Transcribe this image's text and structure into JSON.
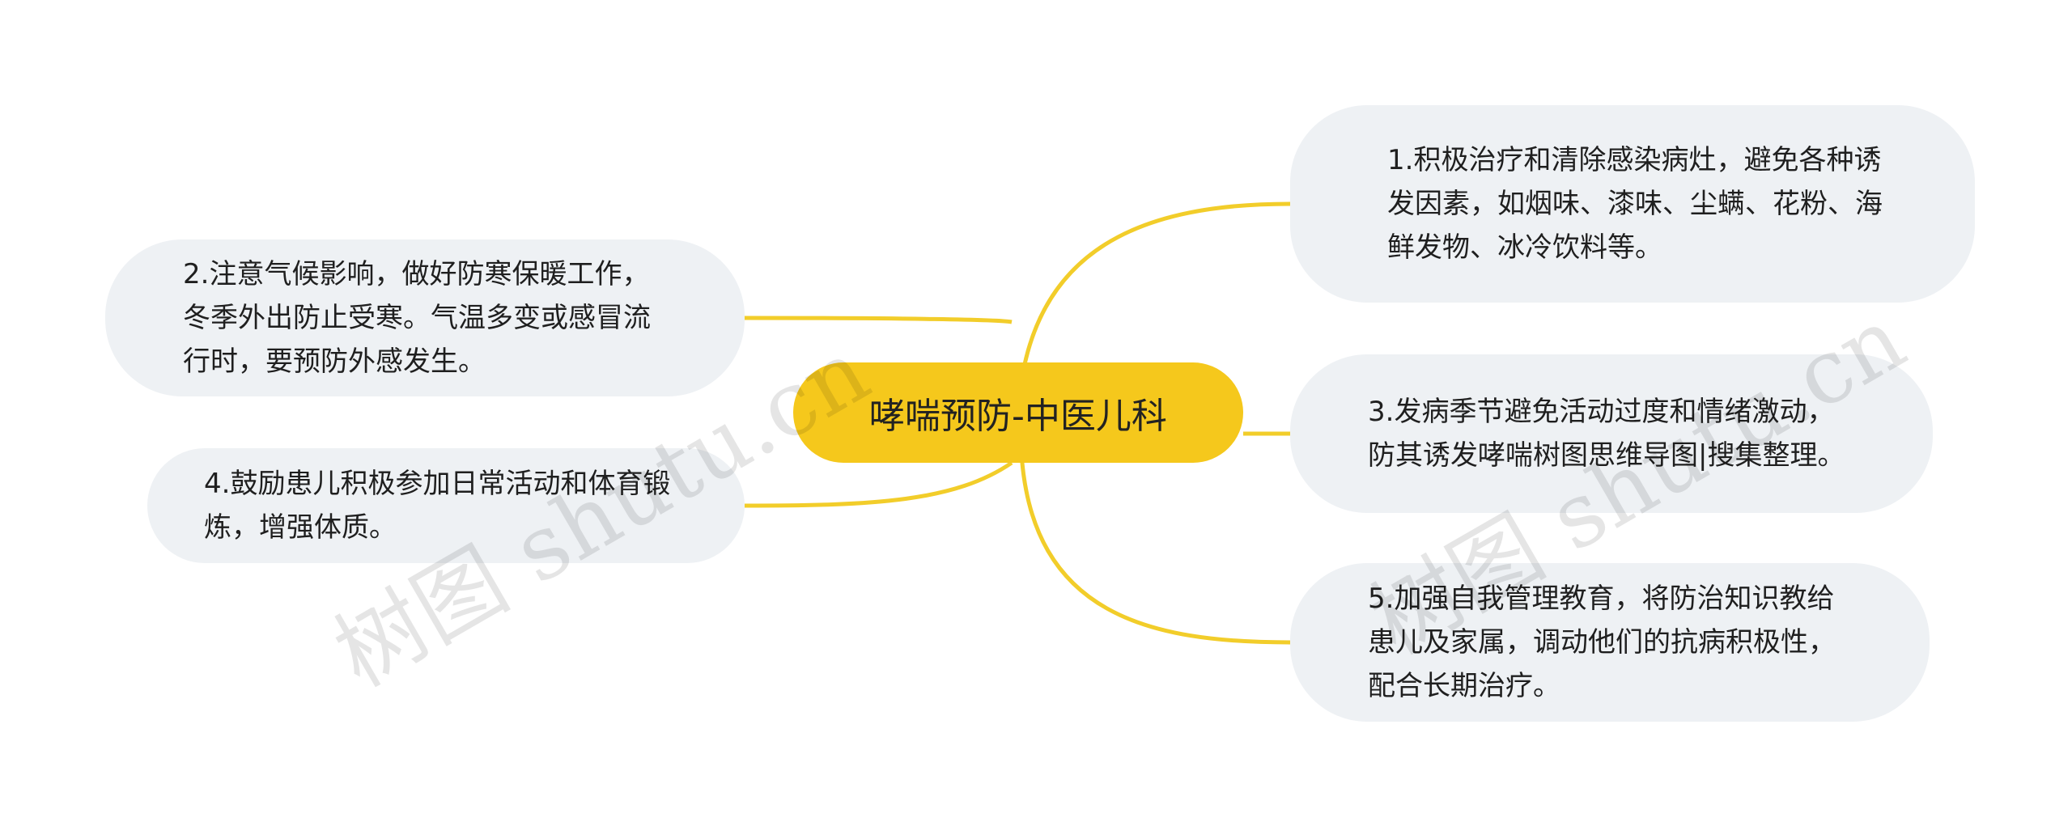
{
  "mindmap": {
    "center": "哮喘预防-中医儿科",
    "branches": [
      {
        "label": "1.积极治疗和清除感染病灶，避免各种诱发因素，如烟味、漆味、尘螨、花粉、海鲜发物、冰冷饮料等。"
      },
      {
        "label": "2.注意气候影响，做好防寒保暖工作，冬季外出防止受寒。气温多变或感冒流行时，要预防外感发生。"
      },
      {
        "label": "3.发病季节避免活动过度和情绪激动，防其诱发哮喘树图思维导图|搜集整理。"
      },
      {
        "label": "4.鼓励患儿积极参加日常活动和体育锻炼，增强体质。"
      },
      {
        "label": "5.加强自我管理教育，将防治知识教给患儿及家属，调动他们的抗病积极性，配合长期治疗。"
      }
    ]
  },
  "watermarks": [
    "树图 shutu.cn",
    "树图 shutu.cn"
  ],
  "colors": {
    "accent": "#f5c81c",
    "node_bg": "#eef1f4",
    "link": "#f2cd2a"
  }
}
